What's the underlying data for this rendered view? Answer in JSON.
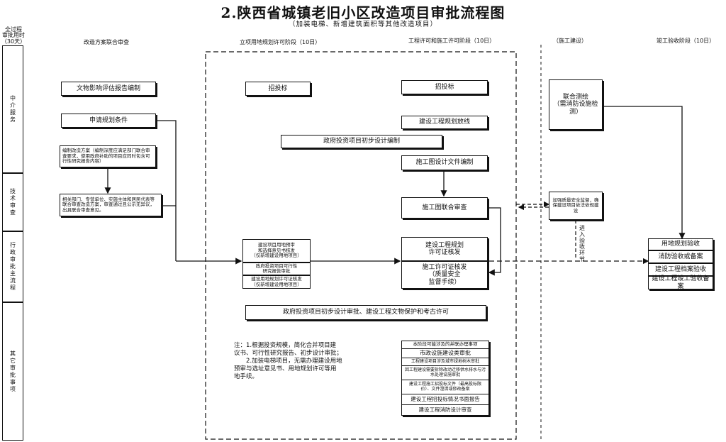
{
  "title": "2.陕西省城镇老旧小区改造项目审批流程图",
  "subtitle": "（加装电梯、新增建筑面积等其他改造项目）",
  "timeline_header": "全过程\n审批用时\n（30天）",
  "phase_headers": {
    "plan_review": "改造方案联合审查",
    "land_planning": "立项用地规划许可阶段（10日）",
    "construction_permit": "工程许可和施工许可阶段（10日）",
    "construction": "（施工建设）",
    "acceptance": "竣工验收阶段（10日）"
  },
  "stages": {
    "intermediary": "中介服务",
    "technical": "技术审查",
    "administrative": "行政审批主流程",
    "other": "其它审批事项"
  },
  "boxes": {
    "relic_assessment": "文物影响评估报告编制",
    "planning_conditions": "申请规划条件",
    "plan_compile": "编制改造方案（编制深度应满足部门联合审查要求，使用政府补助的项目应同时包含可行性研究报告内容）",
    "joint_review": "相关部门、专营单位、实施主体和居民代表等联合审查改造方案，审查通过且公示无异议，出具联合审查意见。",
    "bidding_1": "招投标",
    "bidding_2": "招投标",
    "layout_setting": "建设工程规划放线",
    "prelim_design": "政府投资项目初步设计编制",
    "construction_drawing": "施工图设计文件编制",
    "drawing_review": "施工图联合审查",
    "site_selection": "建设项目用地预审\n和选择意见书核发\n（仅新增建设用地项目）",
    "feasibility": "政府投资项目可行性\n研究报告审批",
    "land_permit": "建设用地规划许可证核发\n（仅新增建设用地项目）",
    "eng_planning_permit": "建设工程规划\n许可证核发",
    "construction_permit": "施工许可证核发\n（质量安全\n监督手续）",
    "prelim_approval": "政府投资项目初步设计审批、建设工程文物保护和考古许可",
    "joint_survey": "联合测绘\n（需消防设施检测）",
    "quality_supervision": "加强质量安全监督，确保建设项目依法依规建设",
    "enter_acceptance": "进入验收环节",
    "land_acceptance": "用地规划验收",
    "fire_acceptance": "消防验收或备案",
    "archive_acceptance": "建设工程档案验收",
    "completion_filing": "建设工程竣工验收备案"
  },
  "note": "注：1.根据投资规模，简化合并项目建\n议书、可行性研究报告、初步设计审批；\n　　2.加装电梯项目，无需办理建设用地\n预审与选址意见书、用地规划许可等用\n地手续。",
  "parallel_items": {
    "header": "本阶段可能涉及的并联办理事项",
    "items": [
      "市政设施建设类审批",
      "工程建设项目涉及城市绿地树木审批",
      "因工程建设需要拆除改动迁移供水排水与污水处理设施审批",
      "建设工程施工招投标文件（最高投标限价）、文件澄清或修改备案",
      "建设工程招投标情况书面报告",
      "建设工程消防设计审查"
    ]
  }
}
